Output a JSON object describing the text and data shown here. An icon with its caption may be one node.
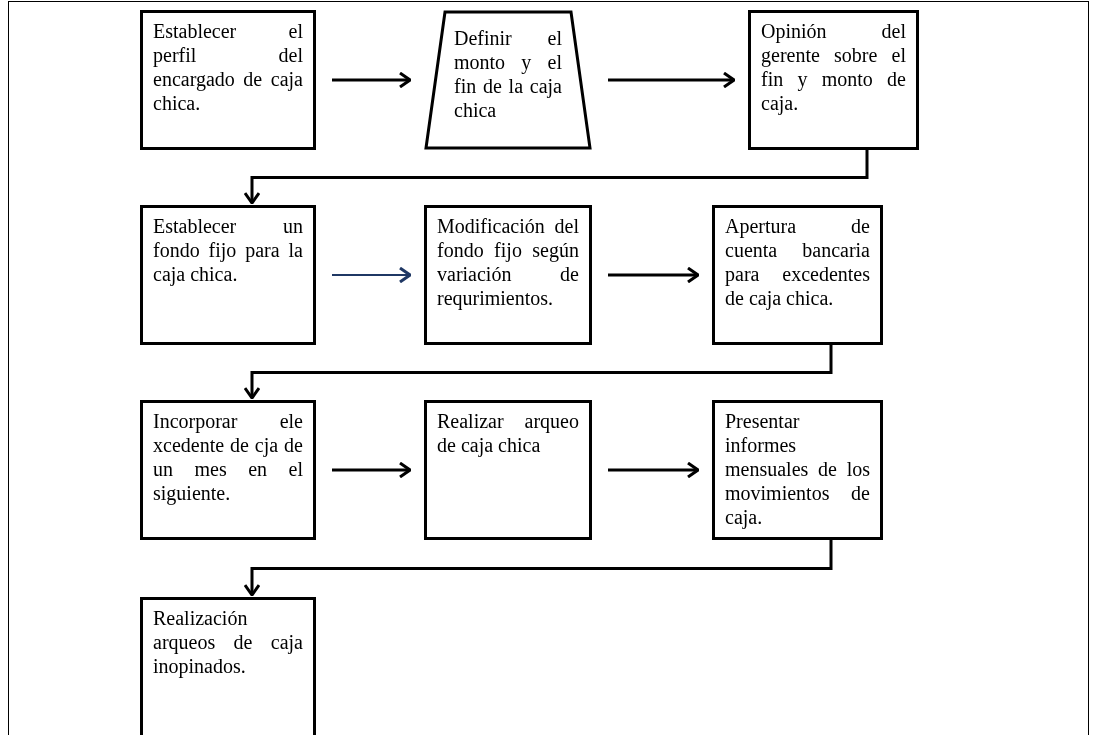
{
  "diagram": {
    "nodes": [
      {
        "text": [
          "Establecer el perfil del encargado de caja chica."
        ]
      },
      {
        "text": [
          "Definir el monto y el fin de la caja chica"
        ]
      },
      {
        "text": [
          "Opinión del gerente sobre el fin y monto de caja."
        ]
      },
      {
        "text": [
          "Establecer un fondo fijo para la caja chica."
        ]
      },
      {
        "text": [
          "Modificación del fondo fijo según variación de requrimientos."
        ]
      },
      {
        "text": [
          "Apertura de cuenta bancaria para excedentes de caja chica."
        ]
      },
      {
        "text": [
          "Incorporar ele xcedente de cja de un mes en el siguiente."
        ]
      },
      {
        "text": [
          "Realizar arqueo de caja chica"
        ]
      },
      {
        "text": [
          "Presentar informes mensuales de los movimientos de caja."
        ]
      },
      {
        "text": [
          "Realización arqueos de caja inopinados."
        ]
      }
    ],
    "edges": [
      {
        "from": 0,
        "to": 1,
        "arrow": "to"
      },
      {
        "from": 1,
        "to": 2,
        "arrow": "to"
      },
      {
        "from": 2,
        "to": 3,
        "arrow": "to"
      },
      {
        "from": 3,
        "to": 4,
        "arrow": "to",
        "color": "#1f3864"
      },
      {
        "from": 4,
        "to": 5,
        "arrow": "to"
      },
      {
        "from": 5,
        "to": 6,
        "arrow": "to"
      },
      {
        "from": 6,
        "to": 7,
        "arrow": "to"
      },
      {
        "from": 7,
        "to": 8,
        "arrow": "to"
      },
      {
        "from": 8,
        "to": 9,
        "arrow": "to"
      }
    ]
  }
}
